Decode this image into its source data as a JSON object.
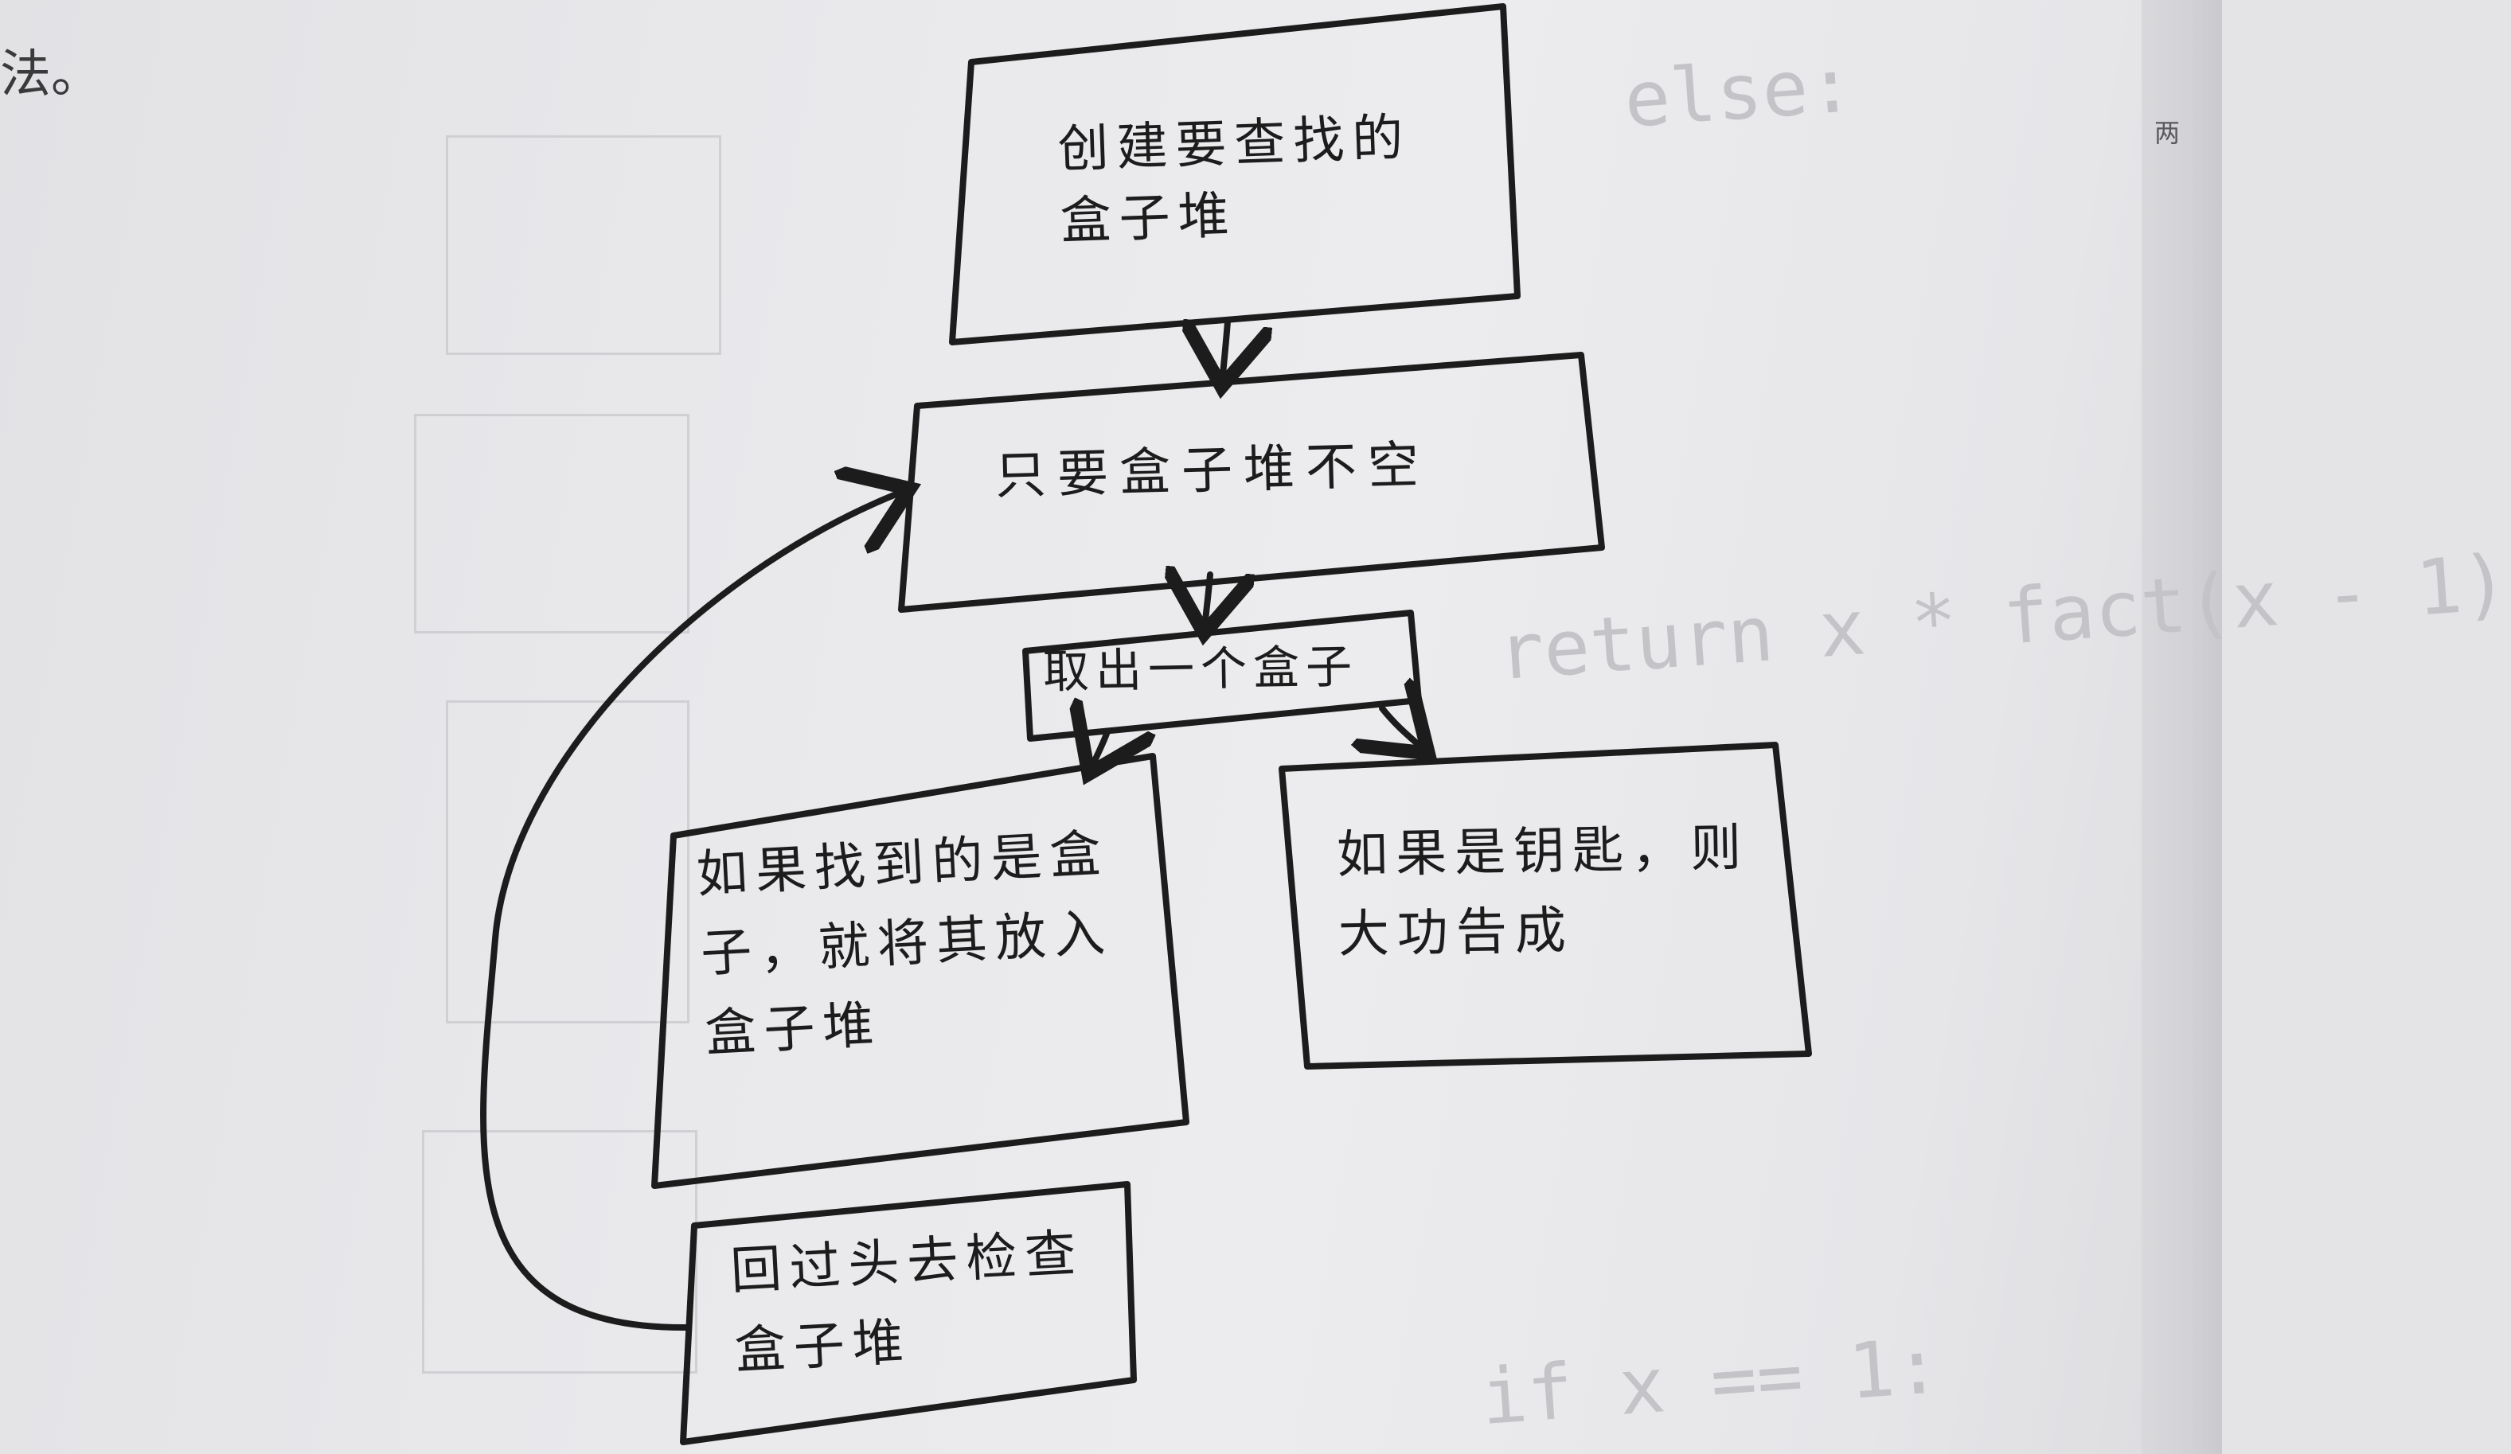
{
  "page": {
    "corner_text_left": "法。",
    "corner_text_right": "两"
  },
  "bleed_through": {
    "line1": "else:",
    "line2": "return x * fact(x - 1)",
    "line3": "if x == 1:"
  },
  "diagram": {
    "nodes": {
      "create": {
        "text": "创建要查找的盒子堆"
      },
      "while": {
        "text": "只要盒子堆不空"
      },
      "take": {
        "text": "取出一个盒子"
      },
      "box": {
        "text": "如果找到的是盒子，就将其放入盒子堆"
      },
      "key": {
        "text": "如果是钥匙，则大功告成"
      },
      "back": {
        "text": "回过头去检查盒子堆"
      }
    }
  },
  "colors": {
    "ink": "#1c1c1c",
    "paper": "#e9e9ec"
  }
}
